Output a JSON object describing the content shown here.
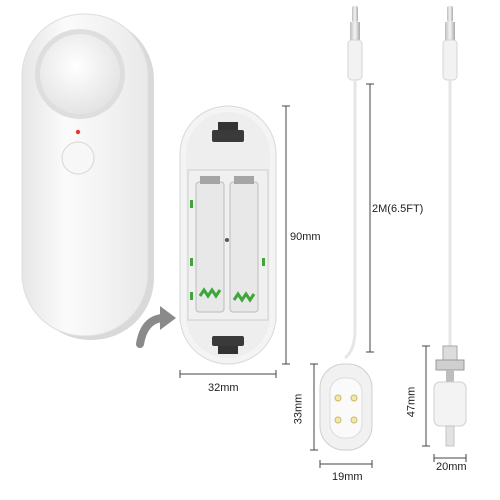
{
  "dimensions": {
    "sensor_height": "90mm",
    "sensor_width": "32mm",
    "cable_length": "2M(6.5FT)",
    "probe_height": "33mm",
    "probe_width": "19mm",
    "float_height": "47mm",
    "float_width": "20mm"
  },
  "colors": {
    "device_body": "#f3f3f3",
    "device_edge": "#dcdcdc",
    "battery_contact": "#3fa63a",
    "arrow": "#8a8a8a",
    "cable": "#e9e9e9",
    "dimension_line": "#444444",
    "led": "#e53935"
  }
}
